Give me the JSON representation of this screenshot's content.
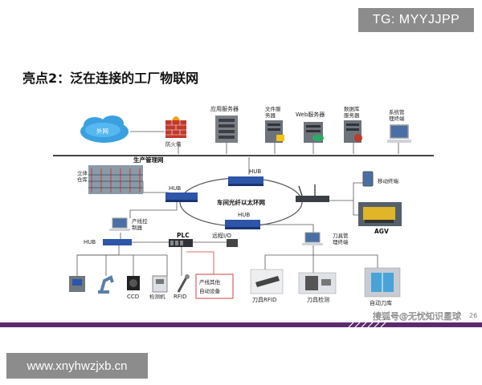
{
  "watermark_top": "TG: MYYJJPP",
  "watermark_bottom": "www.xnyhwzjxb.cn",
  "slide": {
    "title": "亮点2：泛在连接的工厂物联网",
    "page_number": "26",
    "sohu_watermark": "搜狐号@无忧知识星球"
  },
  "labels": {
    "external_net": "外网",
    "firewall": "防火墙",
    "app_server": "应用服务器",
    "file_server": "文件服务器",
    "web_server": "Web服务器",
    "db_server": "数据库服务器",
    "sys_terminal": "系统管理终端",
    "mgmt_net": "生产管理网",
    "hub_top": "HUB",
    "hub_left": "HUB",
    "hub_bottom": "HUB",
    "hub_far_left": "HUB",
    "ring": "车间光纤以太环网",
    "warehouse": "立体仓库",
    "mobile_terminal": "移动终端",
    "agv": "AGV",
    "line_controller": "产线控制器",
    "plc": "PLC",
    "remote_io": "远程I/O",
    "tool_terminal": "刀具管理终端",
    "ccd": "CCD",
    "inspector": "检测机",
    "rfid": "RFID",
    "other_equipment": "产线其他自动设备",
    "tool_rfid": "刀具RFID",
    "tool_check": "刀具检测",
    "tool_store": "自动刀库"
  }
}
